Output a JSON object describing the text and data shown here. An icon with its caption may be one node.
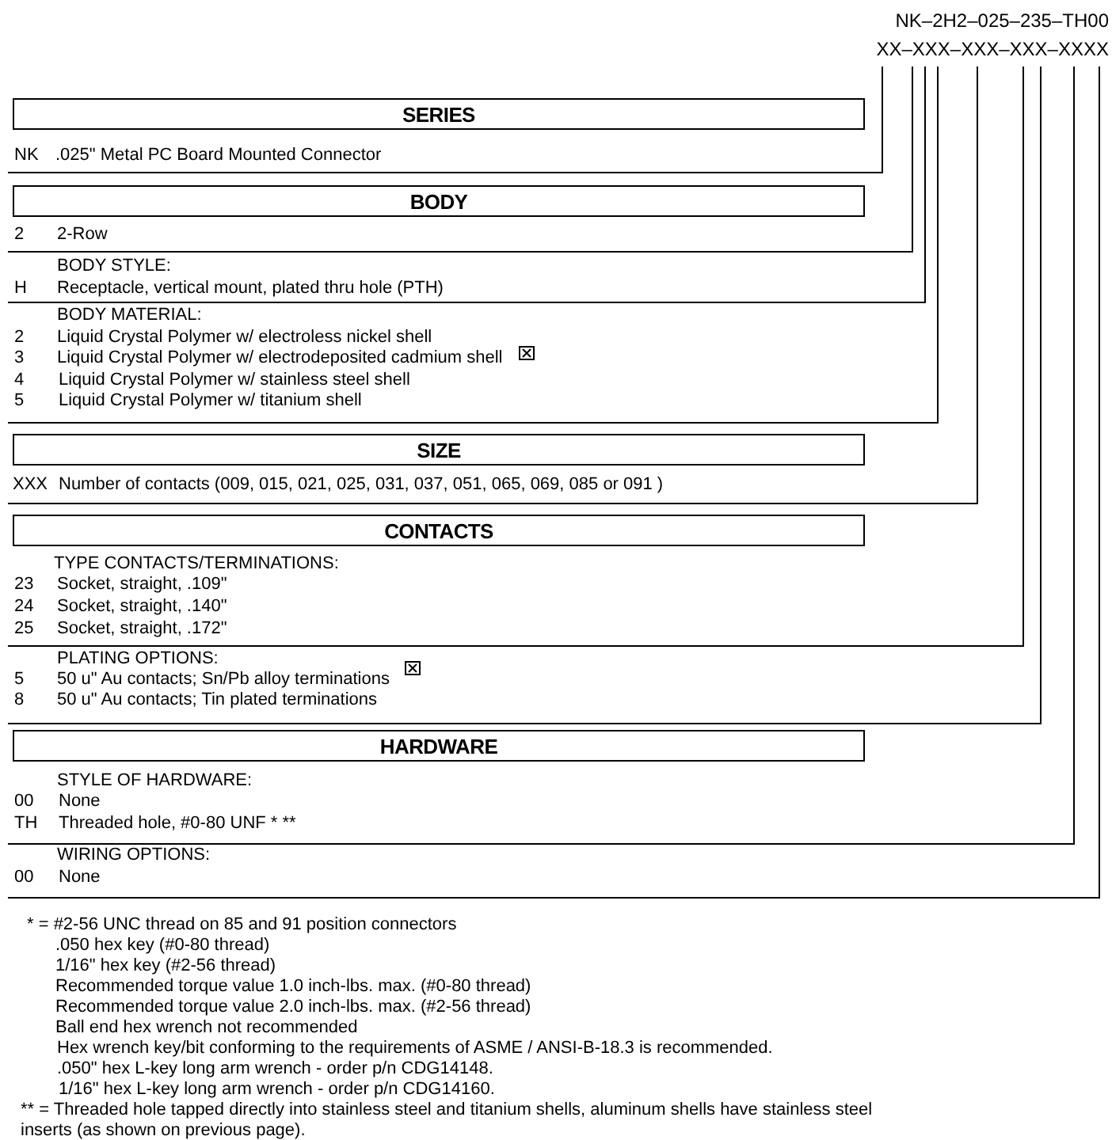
{
  "diagram": {
    "nodes": [
      {
        "text": [
          "SERIES"
        ]
      },
      {
        "text": [
          "BODY"
        ]
      },
      {
        "text": [
          "SIZE"
        ]
      },
      {
        "text": [
          "CONTACTS"
        ]
      },
      {
        "text": [
          "HARDWARE"
        ]
      }
    ],
    "labels": [
      "NK–2H2–025–235–TH00",
      "XX–XXX–XXX–XXX–XXXX",
      "NK",
      ".025\" Metal PC Board Mounted Connector",
      "2",
      "2-Row",
      "BODY STYLE:",
      "H",
      "Receptacle, vertical mount, plated thru hole (PTH)",
      "BODY MATERIAL:",
      "2",
      "Liquid Crystal Polymer w/ electroless nickel shell",
      "3",
      "Liquid Crystal Polymer w/ electrodeposited cadmium shell",
      "4",
      "Liquid Crystal Polymer w/ stainless steel shell",
      "5",
      "Liquid Crystal Polymer w/ titanium shell",
      "XXX",
      "Number of contacts (009, 015, 021, 025, 031, 037, 051, 065, 069, 085 or 091 )",
      "TYPE CONTACTS/TERMINATIONS:",
      "23",
      "Socket, straight, .109\"",
      "24",
      "Socket, straight, .140\"",
      "25",
      "Socket, straight, .172\"",
      "PLATING OPTIONS:",
      "5",
      "50 u\" Au contacts; Sn/Pb alloy terminations",
      "8",
      "50 u\" Au contacts; Tin plated terminations",
      "STYLE OF HARDWARE:",
      "00",
      "None",
      "TH",
      "Threaded hole, #0-80 UNF * **",
      "WIRING OPTIONS:",
      "00",
      "None",
      "* = #2-56 UNC thread on 85 and 91 position connectors",
      ".050 hex key (#0-80 thread)",
      "1/16\" hex key (#2-56 thread)",
      "Recommended torque value 1.0 inch-lbs. max. (#0-80 thread)",
      "Recommended torque value 2.0 inch-lbs. max. (#2-56 thread)",
      "Ball end hex wrench not recommended",
      "Hex wrench key/bit conforming to the requirements of ASME / ANSI-B-18.3 is recommended.",
      ".050\" hex L-key long arm wrench - order p/n CDG14148.",
      "1/16\" hex L-key long arm wrench - order p/n CDG14160.",
      "** = Threaded hole tapped directly into stainless steel and titanium shells, aluminum shells have stainless steel inserts (as shown on previous page)."
    ]
  }
}
